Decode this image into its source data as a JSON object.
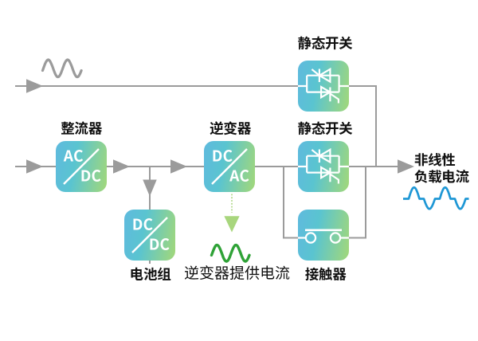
{
  "diagram": {
    "blocks": {
      "rectifier": {
        "label": "整流器",
        "line1": "AC",
        "line2": "DC"
      },
      "inverter": {
        "label": "逆变器",
        "line1": "DC",
        "line2": "AC"
      },
      "battery": {
        "label": "电池组",
        "line1": "DC",
        "line2": "DC"
      },
      "static_switch_top": {
        "label": "静态开关"
      },
      "static_switch_main": {
        "label": "静态开关"
      },
      "contactor": {
        "label": "接触器"
      }
    },
    "annotations": {
      "inverter_current": "逆变器提供电流",
      "load_line1": "非线性",
      "load_line2": "负载电流"
    },
    "waveforms": {
      "utility_input": "sine",
      "inverter_output": "sine",
      "load_current": "nonlinear-pulse"
    },
    "colors": {
      "wire": "#9b9b9b",
      "label": "#111111",
      "block_gradient_start": "#5fbade",
      "block_gradient_mid": "#5ac4d0",
      "block_gradient_end": "#a3d878",
      "symbol": "#ffffff",
      "green_wave": "#2fa237",
      "green_arrow": "#a8d67d",
      "green_dots": "#b2d98c",
      "blue_wave": "#1e97d5",
      "background": "#ffffff"
    }
  }
}
